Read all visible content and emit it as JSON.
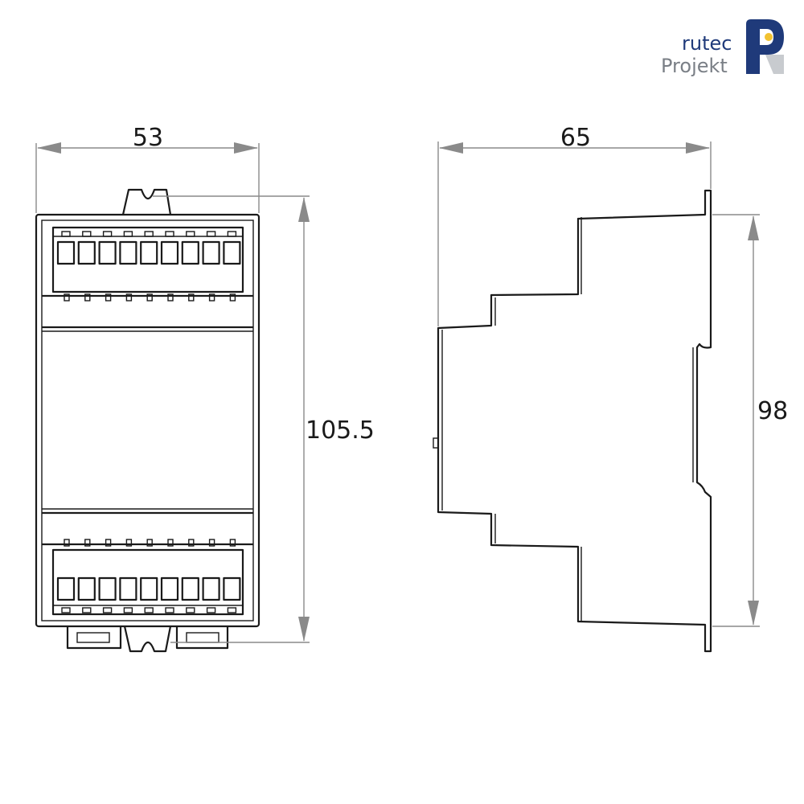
{
  "logo": {
    "line1": "rutec",
    "line2": "Projekt",
    "colors": {
      "primary": "#1f3a7a",
      "secondary": "#7a7f86",
      "accent": "#f2c230"
    }
  },
  "front_view": {
    "width_label": "53",
    "height_label": "105.5",
    "terminal_count_per_row": 9
  },
  "side_view": {
    "depth_label": "65",
    "height_label": "98"
  }
}
